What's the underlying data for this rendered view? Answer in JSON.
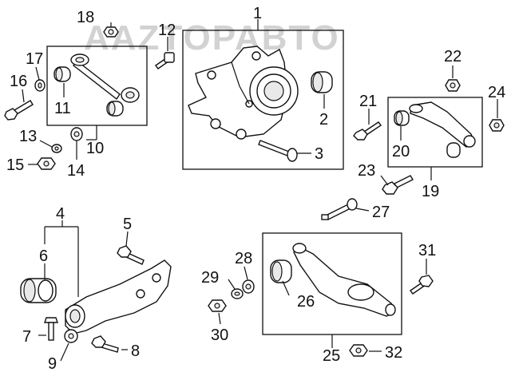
{
  "watermark": "AAZTOPABTO",
  "callouts": {
    "c1": "1",
    "c2": "2",
    "c3": "3",
    "c4": "4",
    "c5": "5",
    "c6": "6",
    "c7": "7",
    "c8": "8",
    "c9": "9",
    "c10": "10",
    "c11": "11",
    "c12": "12",
    "c13": "13",
    "c14": "14",
    "c15": "15",
    "c16": "16",
    "c17": "17",
    "c18": "18",
    "c19": "19",
    "c20": "20",
    "c21": "21",
    "c22": "22",
    "c23": "23",
    "c24": "24",
    "c25": "25",
    "c26": "26",
    "c27": "27",
    "c28": "28",
    "c29": "29",
    "c30": "30",
    "c31": "31",
    "c32": "32"
  }
}
